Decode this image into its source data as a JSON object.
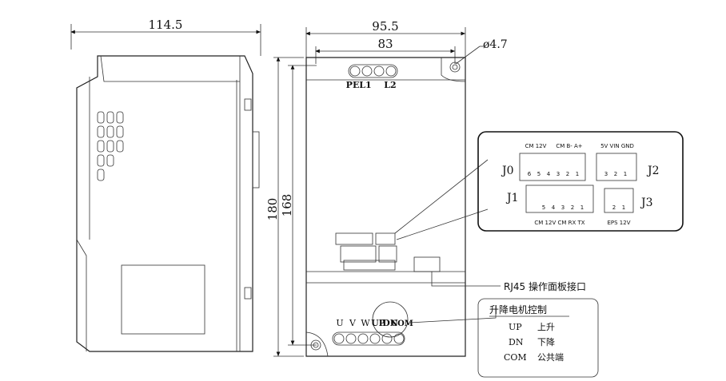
{
  "dimensions": {
    "side_width": "114.5",
    "front_width": "95.5",
    "mount_width": "83",
    "hole_dia": "ø4.7",
    "total_height": "180",
    "mount_height": "168"
  },
  "top_terminals": {
    "pe": "PE",
    "l1": "L1",
    "l2": "L2"
  },
  "bottom_terminals": {
    "u": "U",
    "v": "V",
    "w": "W",
    "up": "UP",
    "dn": "DN",
    "com": "COM"
  },
  "detail": {
    "j0": "J0",
    "j1": "J1",
    "j2": "J2",
    "j3": "J3",
    "j0_top_label_a": "CM 12V",
    "j0_top_label_b": "CM B- A+",
    "j2_top_label": "5V VIN GND",
    "j0_pins": [
      "6",
      "5",
      "4",
      "3",
      "2",
      "1"
    ],
    "j1_pins": [
      "5",
      "4",
      "3",
      "2",
      "1"
    ],
    "j2_pins": [
      "3",
      "2",
      "1"
    ],
    "j3_pins": [
      "2",
      "1"
    ],
    "j1_bottom_label": "CM 12V CM RX TX",
    "j3_bottom_label": "EPS 12V"
  },
  "rj45_callout": "RJ45 操作面板接口",
  "legend": {
    "title": "升降电机控制",
    "rows": [
      {
        "code": "UP",
        "desc": "上升"
      },
      {
        "code": "DN",
        "desc": "下降"
      },
      {
        "code": "COM",
        "desc": "公共端"
      }
    ]
  }
}
